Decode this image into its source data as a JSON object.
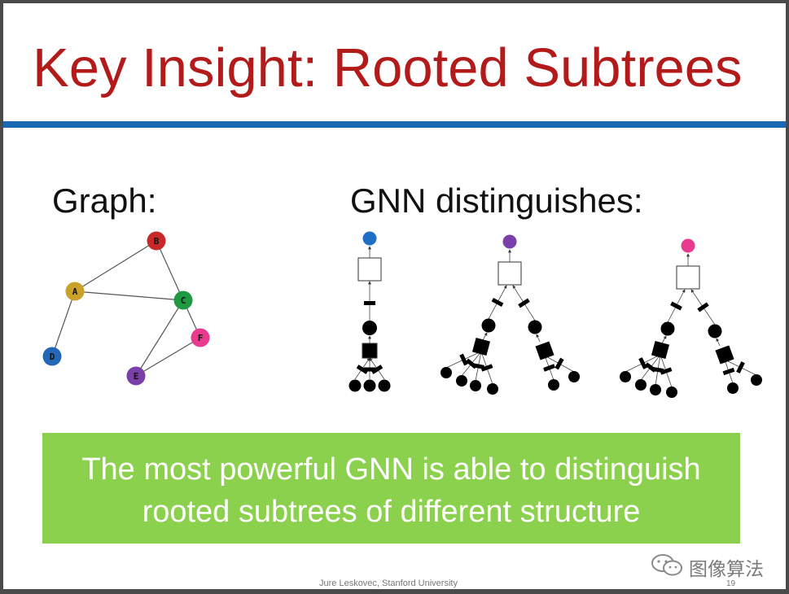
{
  "slide": {
    "title": "Key Insight: Rooted Subtrees",
    "graph_label": "Graph:",
    "gnn_label": "GNN distinguishes:",
    "callout_line1": "The most powerful GNN is able to distinguish",
    "callout_line2": "rooted subtrees of different structure",
    "footer": "Jure Leskovec, Stanford University",
    "page_number": "19",
    "watermark": "图像算法"
  },
  "graph": {
    "nodes": [
      {
        "id": "A",
        "label": "A",
        "color": "#c9a227"
      },
      {
        "id": "B",
        "label": "B",
        "color": "#c8282a"
      },
      {
        "id": "C",
        "label": "C",
        "color": "#1f9a42"
      },
      {
        "id": "D",
        "label": "D",
        "color": "#2467b6"
      },
      {
        "id": "E",
        "label": "E",
        "color": "#7a3fa8"
      },
      {
        "id": "F",
        "label": "F",
        "color": "#e83a8e"
      }
    ],
    "edges": [
      [
        "A",
        "B"
      ],
      [
        "A",
        "C"
      ],
      [
        "B",
        "C"
      ],
      [
        "A",
        "D"
      ],
      [
        "C",
        "E"
      ],
      [
        "E",
        "F"
      ],
      [
        "C",
        "F"
      ]
    ]
  },
  "trees": [
    {
      "root_color": "#1f6fc5"
    },
    {
      "root_color": "#7a3fa8"
    },
    {
      "root_color": "#e83a8e"
    }
  ],
  "colors": {
    "title": "#b31b1b",
    "rule": "#1a6ab3",
    "callout_bg": "#8cd14e",
    "callout_text": "#ffffff"
  }
}
